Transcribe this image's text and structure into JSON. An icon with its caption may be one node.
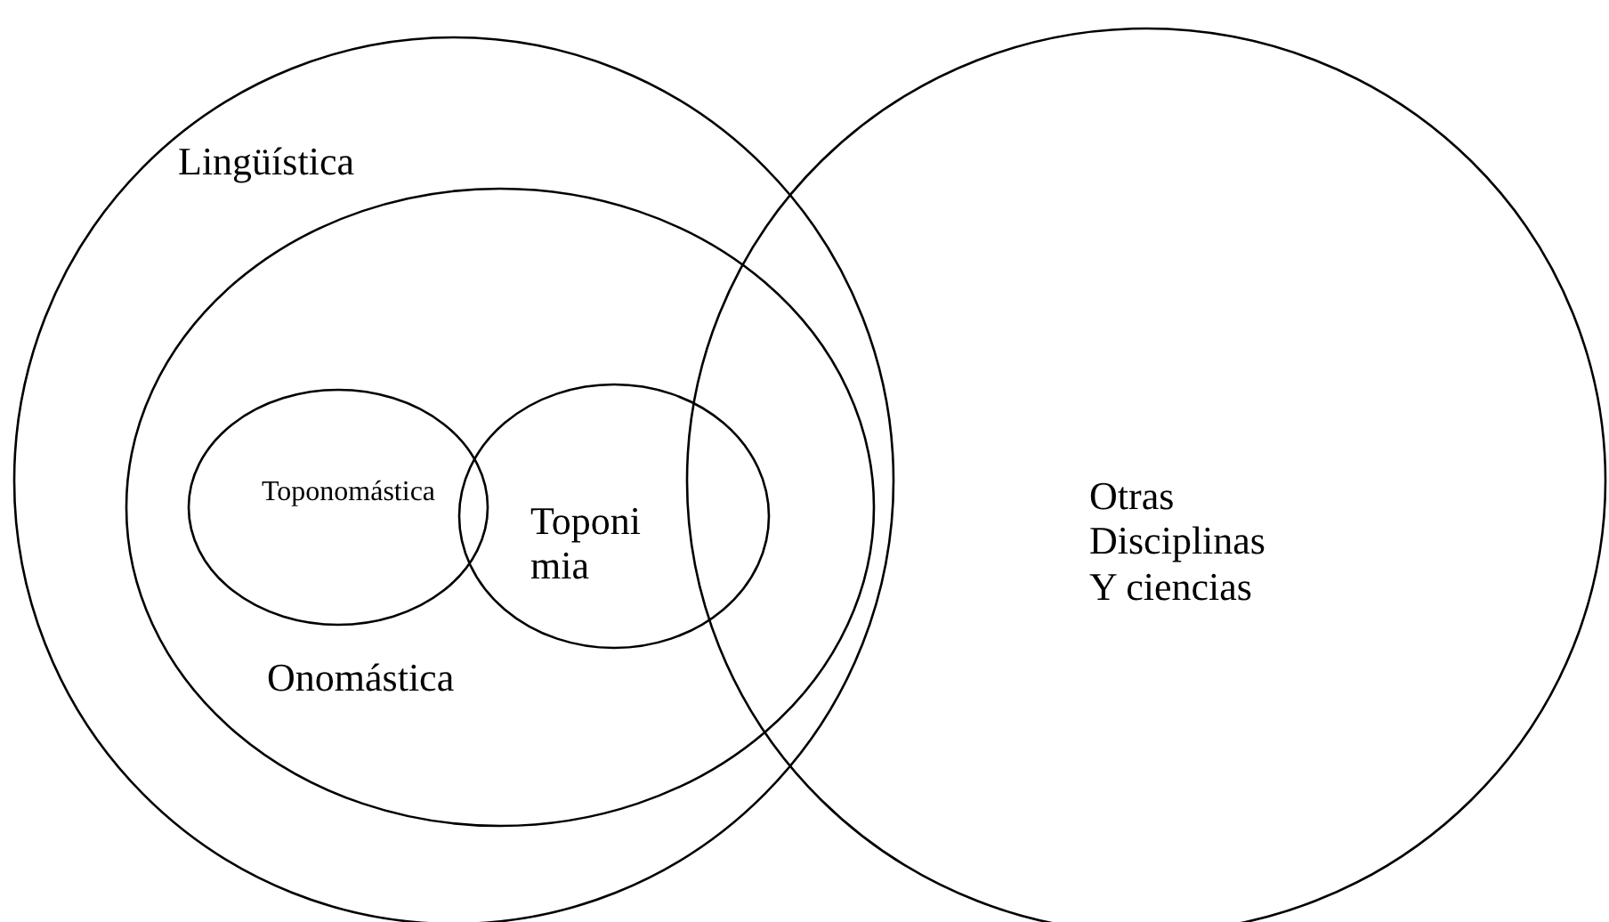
{
  "diagram": {
    "nodes": [
      {
        "text": [
          "Lingüística"
        ]
      },
      {
        "text": [
          "Onomástica"
        ],
        "in": 0
      },
      {
        "text": [
          "Toponomástica"
        ],
        "in": 1
      },
      {
        "text": [
          "Toponi mia"
        ],
        "in": 1
      },
      {
        "text": [
          "Otras Disciplinas Y ciencias"
        ]
      }
    ]
  }
}
